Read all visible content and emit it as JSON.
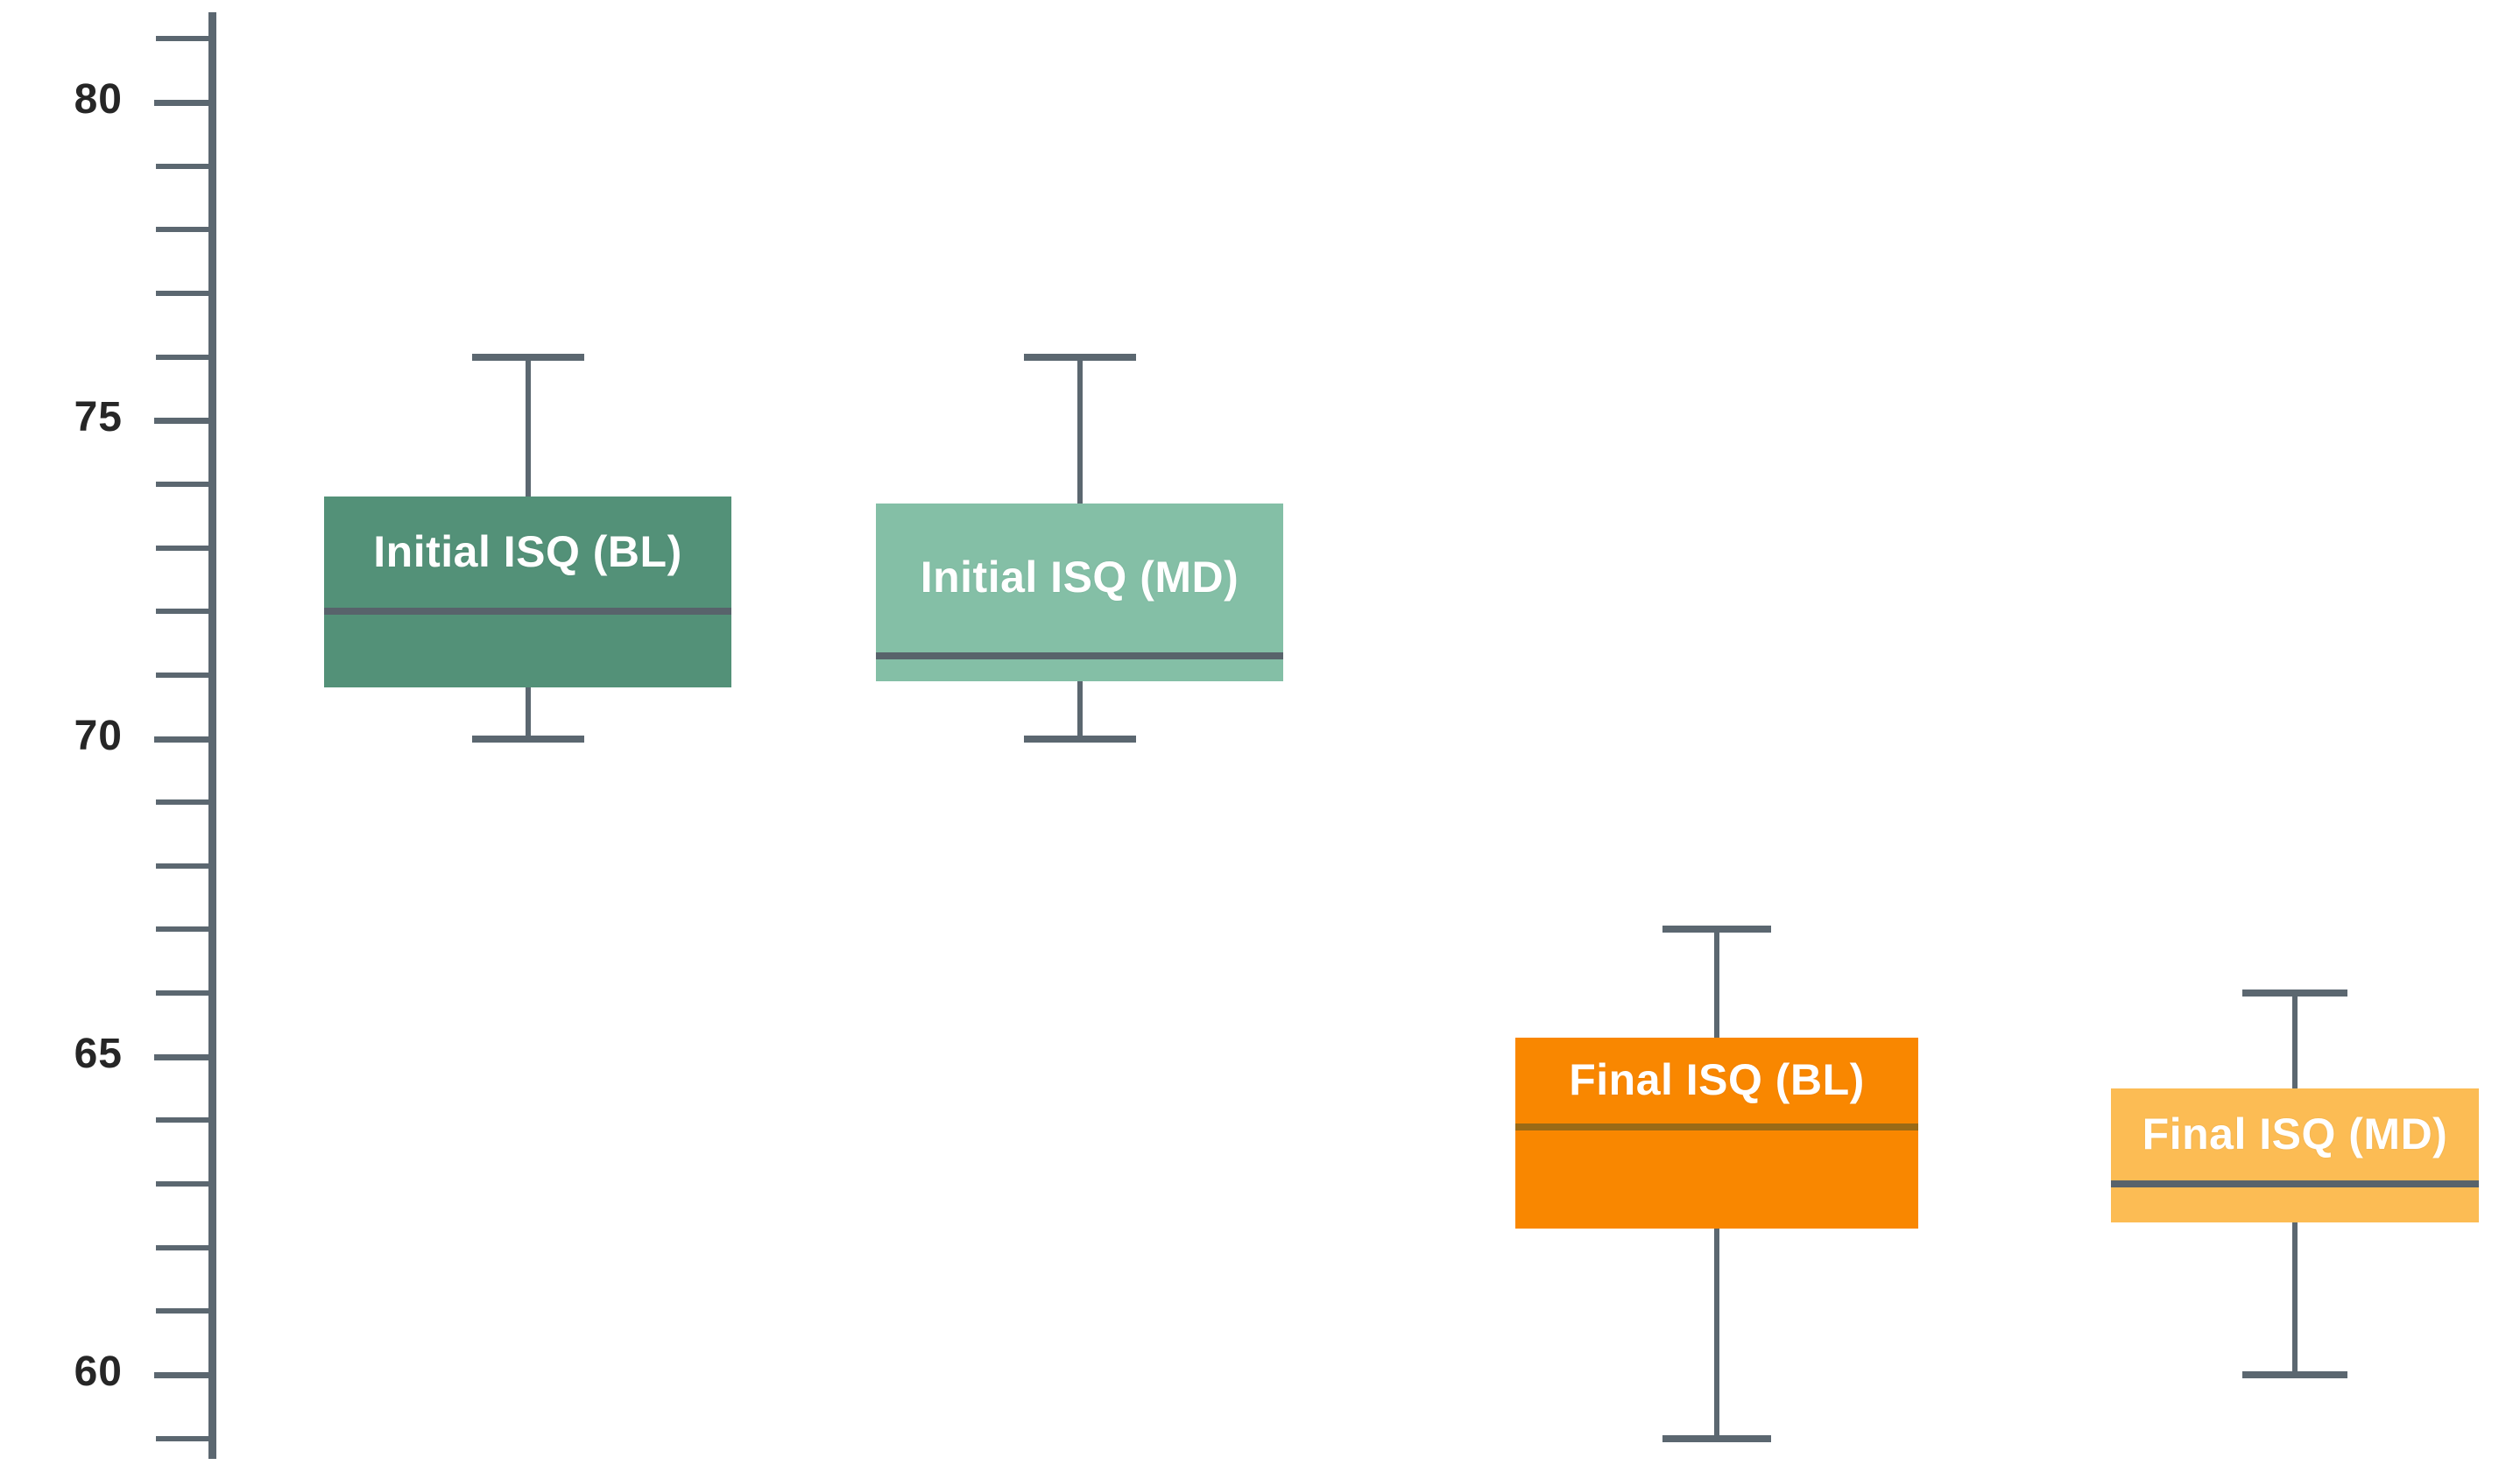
{
  "chart_data": {
    "type": "box",
    "title": "",
    "xlabel": "",
    "ylabel": "",
    "ylim": [
      58,
      81
    ],
    "grid": false,
    "legend": "none",
    "y_major_ticks": [
      60,
      65,
      70,
      75,
      80
    ],
    "y_tick_labels": [
      "60",
      "65",
      "70",
      "75",
      "80"
    ],
    "y_minor_tick_step": 1,
    "boxes": [
      {
        "name": "Initial ISQ (BL)",
        "label": "Initial ISQ (BL)",
        "color": "#539178",
        "median_color": "#58636b",
        "whisker_low": 70.0,
        "q1": 70.8,
        "median": 72.0,
        "q3": 73.8,
        "whisker_high": 76.0
      },
      {
        "name": "Initial ISQ (MD)",
        "label": "Initial ISQ (MD)",
        "color": "#84bfa6",
        "median_color": "#58636b",
        "whisker_low": 70.0,
        "q1": 70.9,
        "median": 71.3,
        "q3": 73.7,
        "whisker_high": 76.0
      },
      {
        "name": "Final ISQ (BL)",
        "label": "Final ISQ (BL)",
        "color": "#f98700",
        "median_color": "#9a6a16",
        "whisker_low": 59.0,
        "q1": 62.3,
        "median": 63.9,
        "q3": 65.3,
        "whisker_high": 67.0
      },
      {
        "name": "Final ISQ (MD)",
        "label": "Final ISQ (MD)",
        "color": "#fcbc54",
        "median_color": "#58636b",
        "whisker_low": 60.0,
        "q1": 62.4,
        "median": 63.0,
        "q3": 64.5,
        "whisker_high": 66.0
      }
    ]
  },
  "axis": {
    "spine_color": "#5b6770",
    "tick_color": "#5b6770",
    "label_color": "#262626"
  }
}
